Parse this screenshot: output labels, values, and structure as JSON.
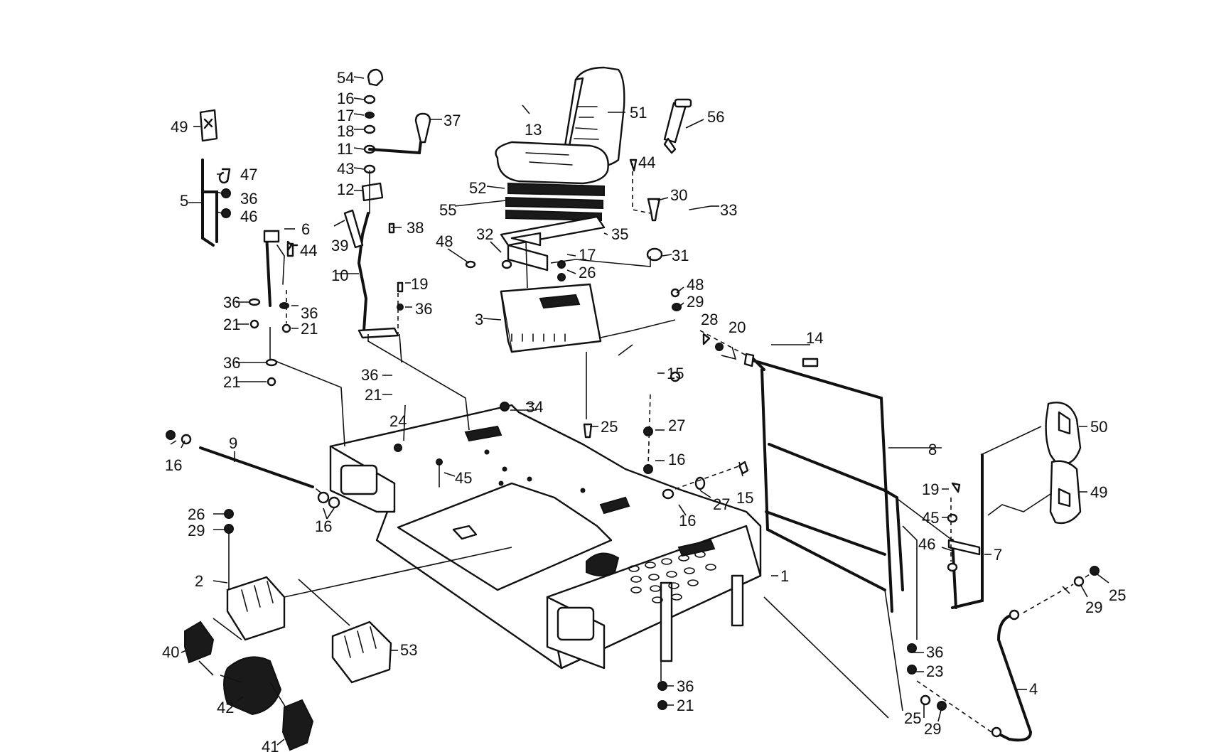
{
  "callouts": {
    "c54": "54",
    "c16a": "16",
    "c17a": "17",
    "c18": "18",
    "c11": "11",
    "c43": "43",
    "c12": "12",
    "c37": "37",
    "c49a": "49",
    "c47": "47",
    "c36a": "36",
    "c5": "5",
    "c46a": "46",
    "c6": "6",
    "c44a": "44",
    "c36b": "36",
    "c21a": "21",
    "c36c": "36",
    "c21b": "21",
    "c36d": "36",
    "c21c": "21",
    "c39": "39",
    "c38": "38",
    "c10": "10",
    "c19a": "19",
    "c36e": "36",
    "c36f": "36",
    "c21d": "21",
    "c13": "13",
    "c51": "51",
    "c56": "56",
    "c44b": "44",
    "c52": "52",
    "c55": "55",
    "c30": "30",
    "c33": "33",
    "c32": "32",
    "c35": "35",
    "c48a": "48",
    "c17b": "17",
    "c26a": "26",
    "c31": "31",
    "c3": "3",
    "c48b": "48",
    "c29a": "29",
    "c28": "28",
    "c20": "20",
    "c14": "14",
    "c15a": "15",
    "c34": "34",
    "c25a": "25",
    "c27a": "27",
    "c24": "24",
    "c9": "9",
    "c16b": "16",
    "c45a": "45",
    "c16c": "16",
    "c27b": "27",
    "c15b": "15",
    "c16d": "16",
    "c16e": "16",
    "c8": "8",
    "c50": "50",
    "c49b": "49",
    "c19b": "19",
    "c45b": "45",
    "c46b": "46",
    "c7": "7",
    "c26b": "26",
    "c29b": "29",
    "c2": "2",
    "c1": "1",
    "c29c": "29",
    "c25b": "25",
    "c36g": "36",
    "c23": "23",
    "c40": "40",
    "c53": "53",
    "c42": "42",
    "c36h": "36",
    "c21e": "21",
    "c4": "4",
    "c25c": "25",
    "c29d": "29",
    "c41": "41"
  }
}
